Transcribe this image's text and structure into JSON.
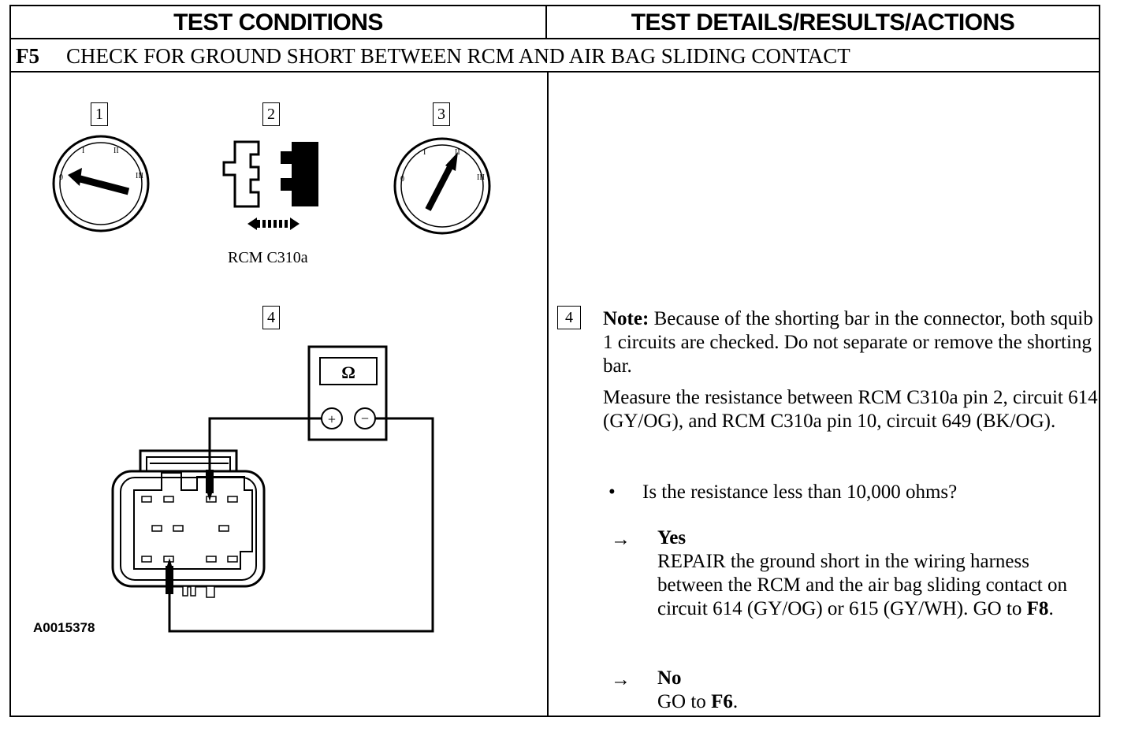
{
  "header": {
    "left": "TEST CONDITIONS",
    "right": "TEST DETAILS/RESULTS/ACTIONS"
  },
  "step": {
    "id": "F5",
    "title": "CHECK FOR GROUND SHORT BETWEEN RCM AND AIR BAG SLIDING CONTACT"
  },
  "figure": {
    "step_numbers": [
      "1",
      "2",
      "3",
      "4"
    ],
    "ignition_labels": [
      "0",
      "I",
      "II",
      "III"
    ],
    "connector_label": "RCM C310a",
    "meter_symbol": "Ω",
    "meter_plus": "+",
    "meter_minus": "−",
    "figure_id": "A0015378"
  },
  "details": {
    "step_number": "4",
    "note_label": "Note:",
    "note_text": " Because of the shorting bar in the connector, both squib 1 circuits are checked. Do not separate or remove the shorting bar.",
    "measure_text": "Measure the resistance between RCM C310a pin 2, circuit 614 (GY/OG), and RCM C310a pin 10, circuit 649 (BK/OG).",
    "bullet": "•",
    "question": "Is the resistance less than 10,000 ohms?",
    "arrow": "→",
    "yes_label": "Yes",
    "yes_text": "REPAIR the ground short in the wiring harness between the RCM and the air bag sliding contact on circuit 614 (GY/OG) or 615 (GY/WH). GO to ",
    "yes_goto": "F8",
    "yes_end": ".",
    "no_label": "No",
    "no_text": "GO to ",
    "no_goto": "F6",
    "no_end": "."
  }
}
